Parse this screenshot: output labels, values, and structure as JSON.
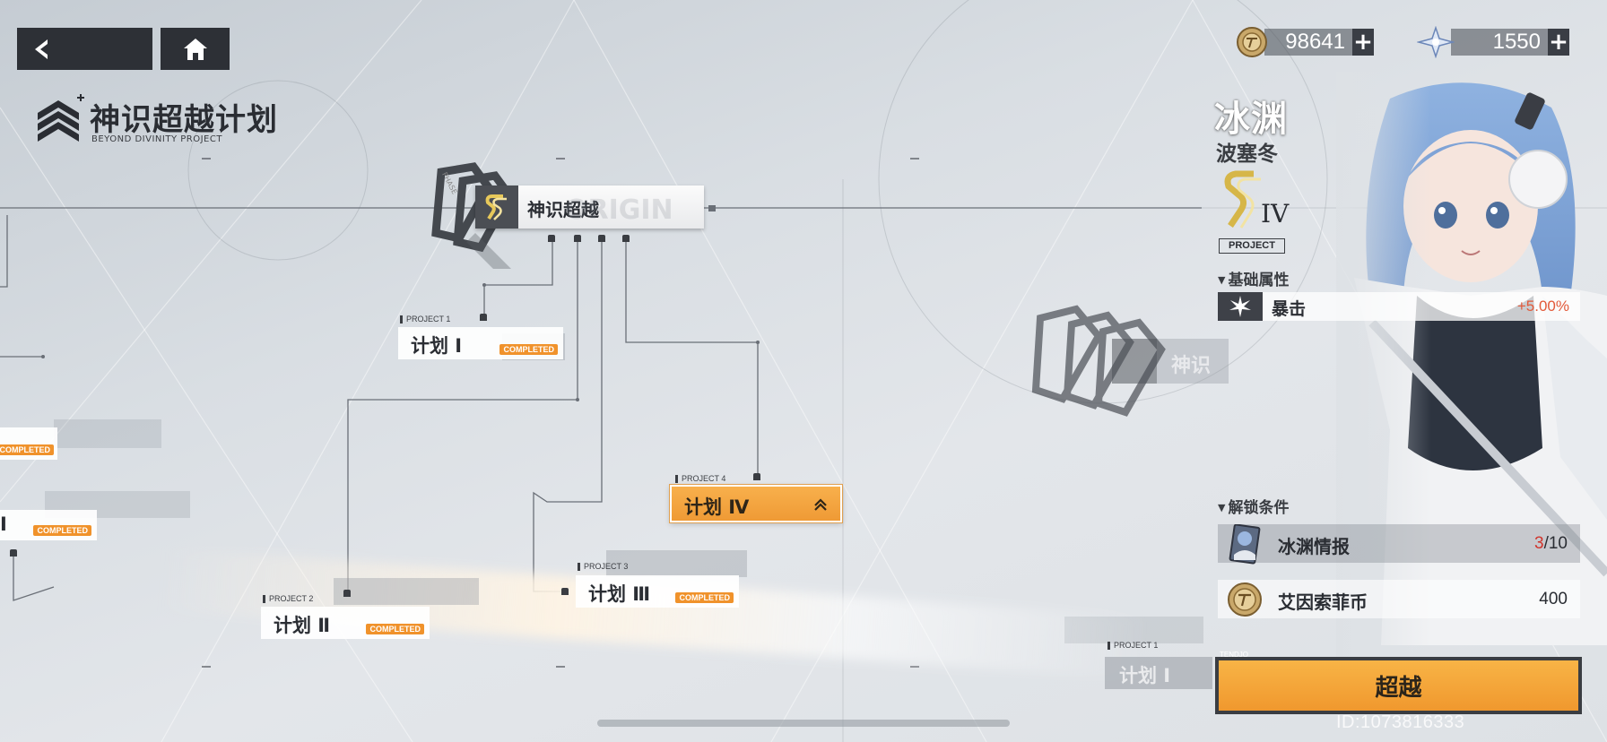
{
  "header": {
    "title": "神识超越计划",
    "subtitle": "BEYOND DIVINITY PROJECT"
  },
  "currency": {
    "coin": "98641",
    "crystal": "1550",
    "plus": "+"
  },
  "main_node": {
    "label": "神识超越",
    "phase": "PHASE",
    "watermark": "ORIGIN"
  },
  "projects": [
    {
      "tag": "PROJECT 1",
      "label": "计划 Ⅰ",
      "status": "COMPLETED"
    },
    {
      "tag": "PROJECT 2",
      "label": "计划 Ⅱ",
      "status": "COMPLETED"
    },
    {
      "tag": "PROJECT 3",
      "label": "计划 Ⅲ",
      "status": "COMPLETED"
    },
    {
      "tag": "PROJECT 4",
      "label": "计划 Ⅳ",
      "status": ""
    }
  ],
  "left_partial": {
    "completed_a": "COMPLETED",
    "completed_b": "COMPLETED",
    "roman": "I"
  },
  "ghost": {
    "main_label": "神识",
    "proj_tag": "PROJECT 1",
    "proj_label": "计划 Ⅰ"
  },
  "character": {
    "name": "冰渊",
    "subtitle": "波塞冬",
    "rank_numeral": "IV",
    "rank_label": "PROJECT"
  },
  "attributes": {
    "heading": "基础属性",
    "items": [
      {
        "name": "暴击",
        "value": "+5.00%",
        "icon": "starburst-icon"
      }
    ]
  },
  "unlock": {
    "heading": "解锁条件",
    "items": [
      {
        "name": "冰渊情报",
        "have": "3",
        "need": "/10",
        "icon": "character-card-icon"
      },
      {
        "name": "艾因索菲币",
        "value": "400",
        "icon": "coin-icon"
      }
    ]
  },
  "actions": {
    "transcend": "超越",
    "tendo_tag": "TENDJO"
  },
  "uid": "ID:1073816333",
  "colors": {
    "accent_orange": "#f0982e",
    "dark_panel": "#2d3036",
    "value_red": "#e25a3a"
  }
}
